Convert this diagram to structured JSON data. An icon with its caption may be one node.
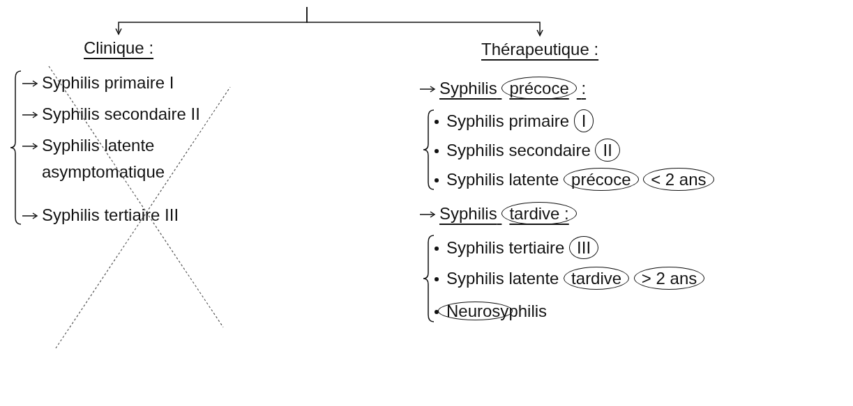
{
  "diagram": {
    "nodes": [
      {
        "text": [
          "Clinique :"
        ]
      },
      {
        "text": [
          "Thérapeutique :"
        ]
      }
    ],
    "edges": [
      {
        "from": null,
        "to": 0,
        "arrow": "to"
      },
      {
        "from": null,
        "to": 1,
        "arrow": "to"
      }
    ],
    "labels": [
      "Syphilis primaire I",
      "Syphilis secondaire II",
      "Syphilis latente asymptomatique",
      "Syphilis tertiaire III",
      "Syphilis précoce :",
      "Syphilis primaire I",
      "Syphilis secondaire II",
      "Syphilis latente précoce < 2 ans",
      "Syphilis tardive :",
      "Syphilis tertiaire III",
      "Syphilis latente tardive > 2 ans",
      "Neurosyphilis"
    ]
  }
}
